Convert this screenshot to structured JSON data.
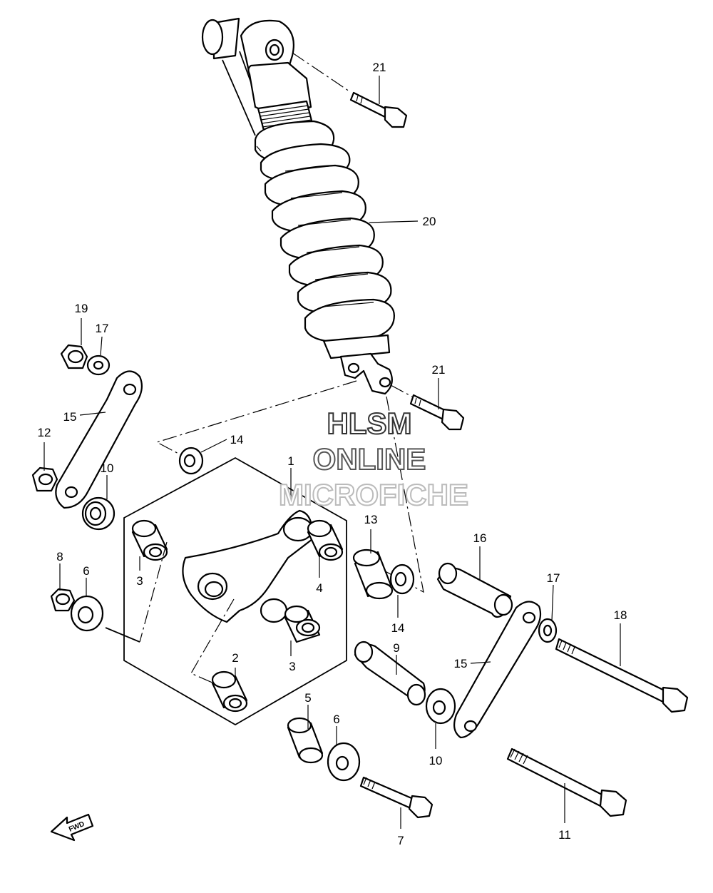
{
  "callouts": {
    "c1": "1",
    "c2": "2",
    "c3a": "3",
    "c3b": "3",
    "c4": "4",
    "c5": "5",
    "c6a": "6",
    "c6b": "6",
    "c7": "7",
    "c8": "8",
    "c9": "9",
    "c10a": "10",
    "c10b": "10",
    "c11": "11",
    "c12": "12",
    "c13": "13",
    "c14a": "14",
    "c14b": "14",
    "c15a": "15",
    "c15b": "15",
    "c16": "16",
    "c17a": "17",
    "c17b": "17",
    "c18": "18",
    "c19": "19",
    "c20": "20",
    "c21a": "21",
    "c21b": "21"
  },
  "watermark": {
    "line1": "HLSM",
    "line2": "ONLINE",
    "line3": "MICROFICHE"
  },
  "fwd_label": "FWD",
  "colors": {
    "line": "#000000",
    "background": "#ffffff",
    "watermark_outline_1": "#333333",
    "watermark_outline_2": "#555555",
    "watermark_outline_3": "#bbbbbb"
  }
}
